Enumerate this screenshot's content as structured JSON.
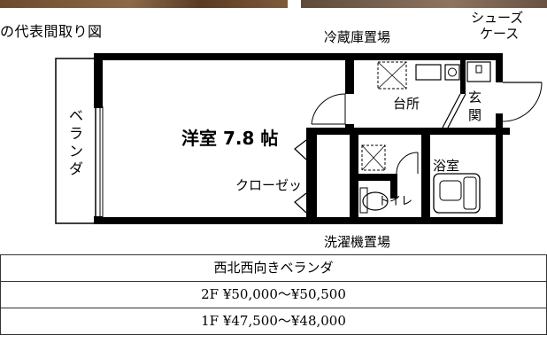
{
  "caption": "の代表間取り図",
  "rooms": {
    "main_room": "洋室 7.8 帖",
    "veranda": [
      "ベ",
      "ラ",
      "ン",
      "ダ"
    ],
    "closet": "クローゼット",
    "kitchen": "台所",
    "entrance": [
      "玄",
      "関"
    ],
    "bath": "浴室",
    "toilet": "トイレ",
    "fridge_space": "冷蔵庫置場",
    "shoe_case": [
      "シューズ",
      "ケース"
    ],
    "washer_space": "洗濯機置場"
  },
  "table": {
    "rows": [
      "西北西向きベランダ",
      "2F ¥50,000～¥50,500",
      "1F ¥47,500～¥48,000"
    ]
  }
}
